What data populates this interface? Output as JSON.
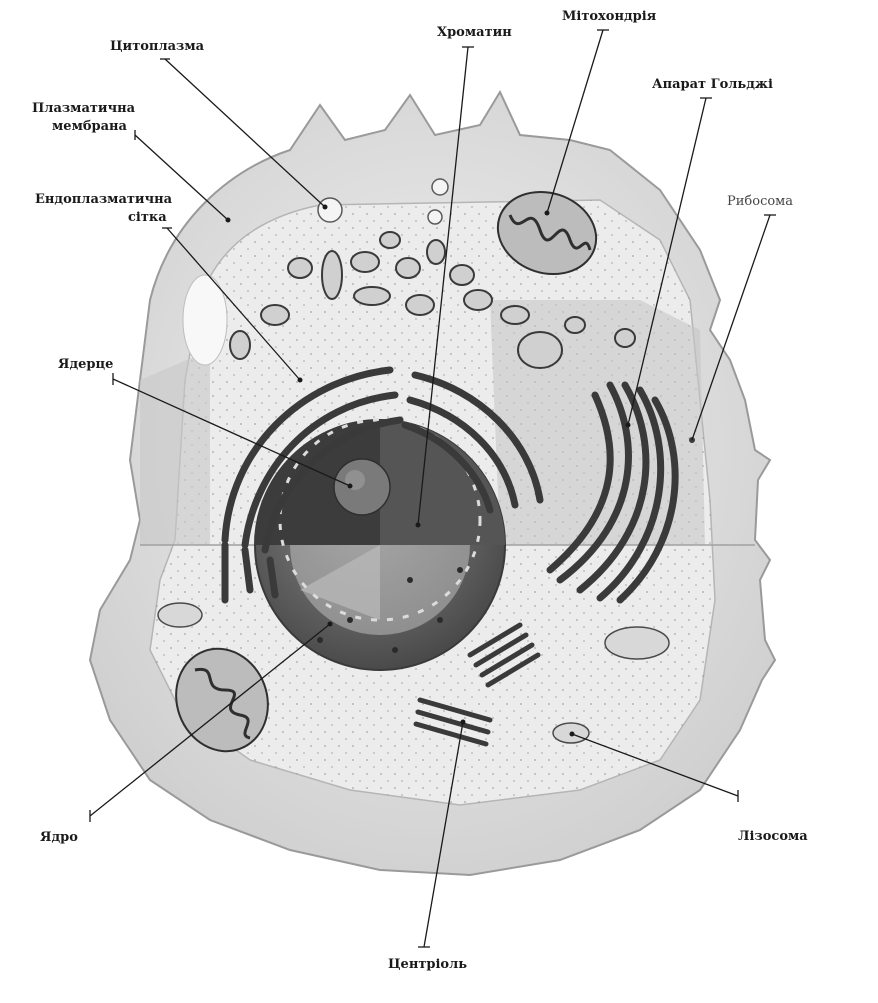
{
  "labels": {
    "cytoplasm": "Цитоплазма",
    "plasma_membrane_1": "Плазматична",
    "plasma_membrane_2": "мембрана",
    "er_1": "Ендоплазматична",
    "er_2": "сітка",
    "nucleolus": "Ядерце",
    "chromatin": "Хроматин",
    "mitochondrion": "Мітохондрія",
    "golgi": "Апарат Гольджі",
    "ribosome": "Рибосома",
    "nucleus": "Ядро",
    "centriole": "Центріоль",
    "lysosome": "Лізосома"
  },
  "colors": {
    "cell_outer": "#d6d6d6",
    "cytoplasm": "#ececec",
    "nucleus": "#6e6e6e",
    "er": "#3a3a3a",
    "label": "#1a1a1a"
  }
}
